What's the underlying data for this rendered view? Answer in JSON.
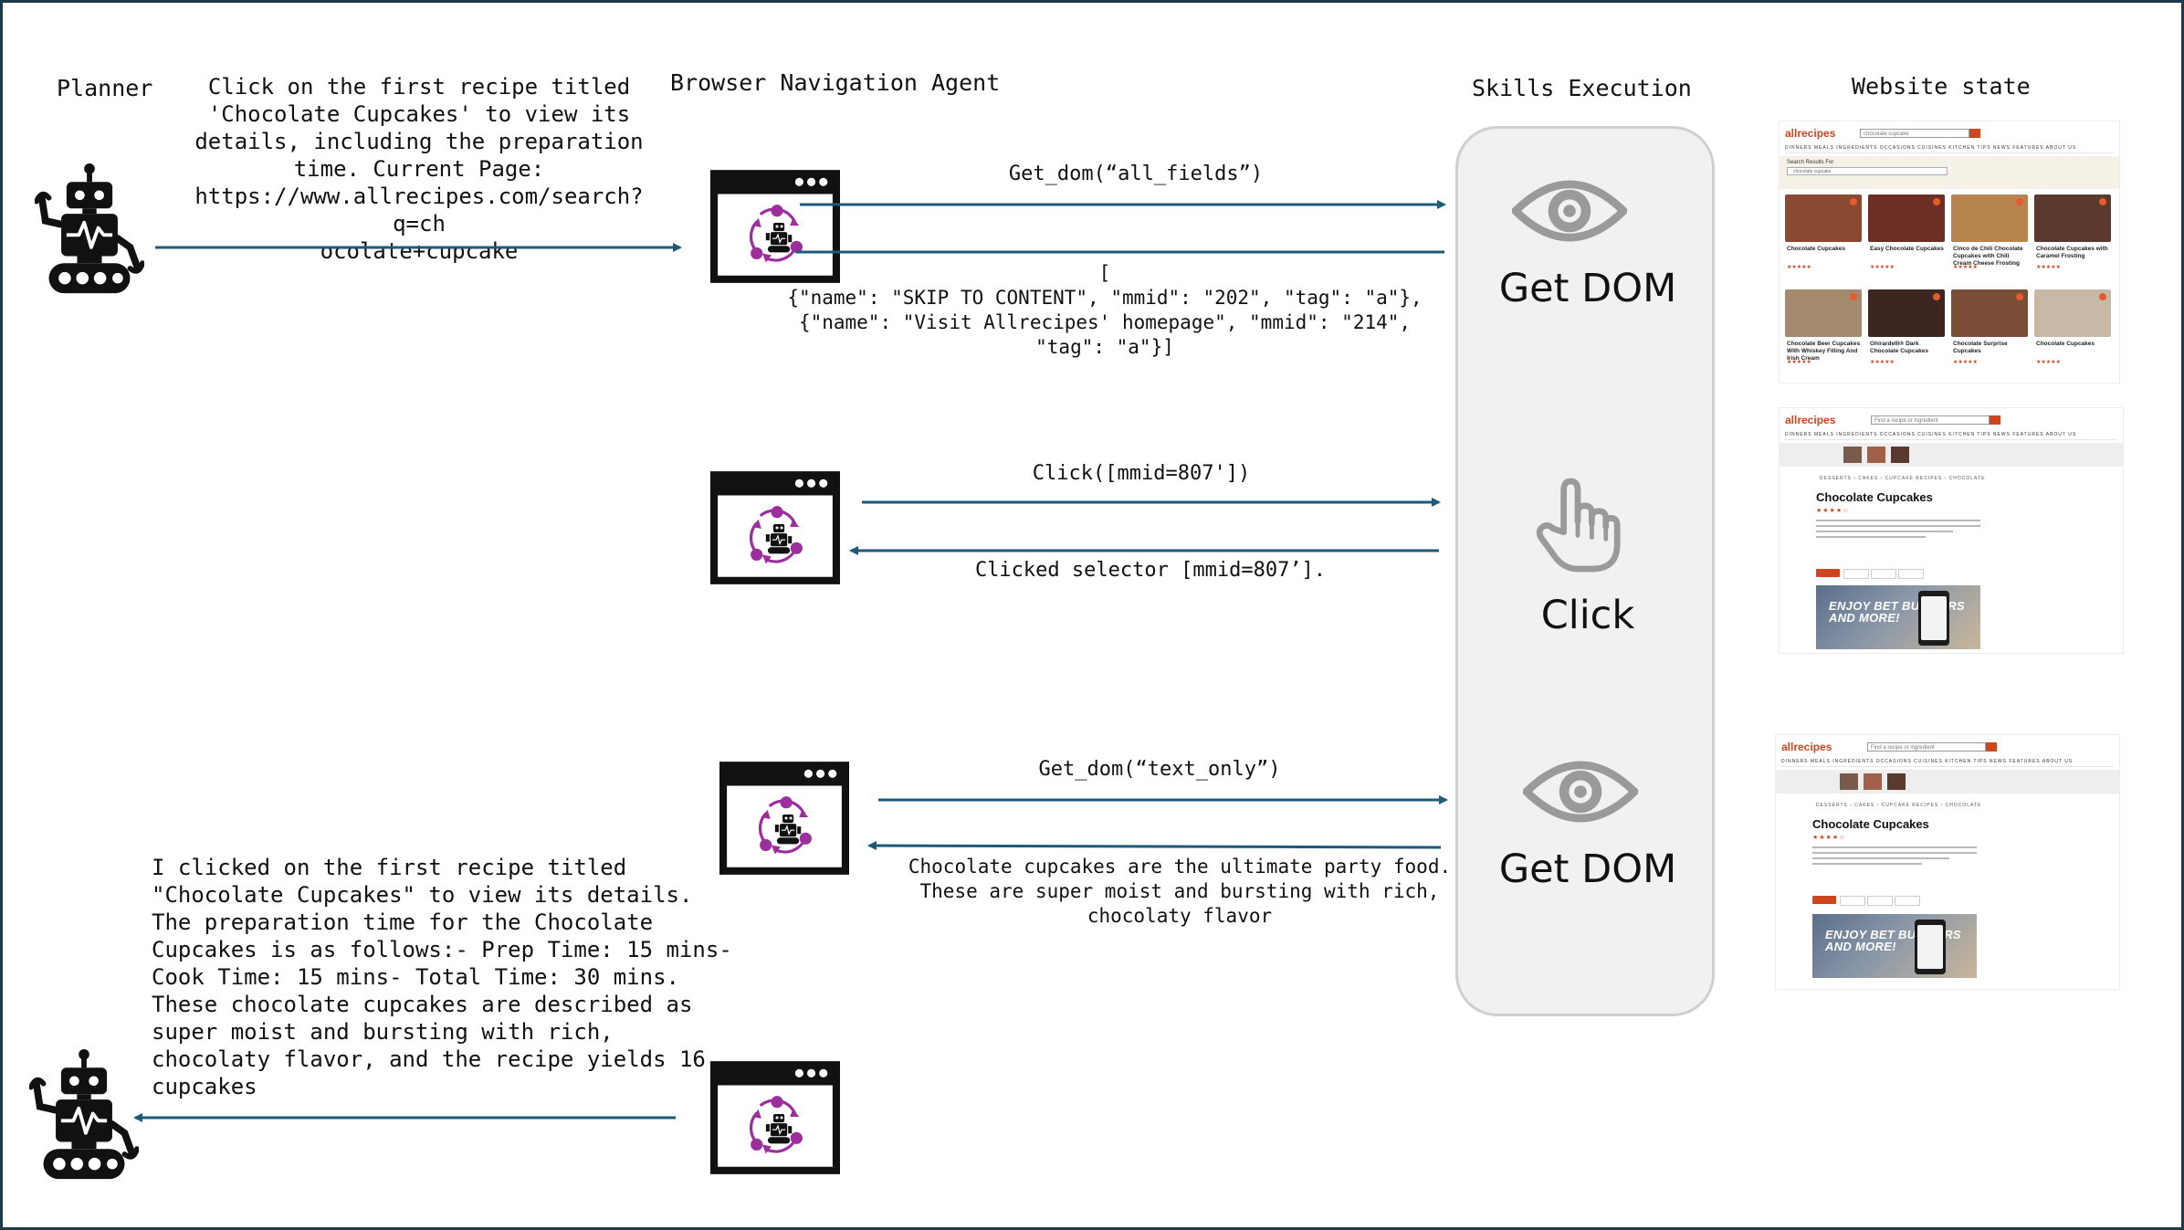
{
  "headers": {
    "planner": "Planner",
    "agent": "Browser Navigation Agent",
    "skills": "Skills Execution",
    "website": "Website state"
  },
  "planner_query": "Click on the first recipe titled\n'Chocolate Cupcakes' to view its\ndetails, including the preparation\ntime. Current Page:\nhttps://www.allrecipes.com/search?q=ch\nocolate+cupcake",
  "planner_answer": "I clicked on the first recipe titled\n\"Chocolate Cupcakes\" to view its details.\nThe preparation time for the Chocolate\nCupcakes is as follows:- Prep Time: 15 mins-\nCook Time: 15 mins- Total Time: 30 mins.\nThese chocolate cupcakes are described as\nsuper moist and bursting with rich,\nchocolaty flavor, and the recipe yields 16\ncupcakes",
  "steps": [
    {
      "call": "Get_dom(“all_fields”)",
      "response": "[\n{\"name\": \"SKIP TO CONTENT\", \"mmid\": \"202\", \"tag\": \"a\"},\n{\"name\": \"Visit Allrecipes' homepage\", \"mmid\": \"214\",\n\"tag\": \"a\"}]",
      "skill": "Get DOM"
    },
    {
      "call": "Click([mmid=807'])",
      "response": "Clicked selector [mmid=807’].",
      "skill": "Click"
    },
    {
      "call": "Get_dom(“text_only”)",
      "response": "Chocolate cupcakes are the ultimate party food.\nThese are super moist and bursting with rich,\nchocolaty flavor",
      "skill": "Get DOM"
    }
  ],
  "website_state": {
    "search_page": {
      "logo": "allrecipes",
      "search_value": "chocolate cupcake",
      "band_title": "Search Results For",
      "band_input": "chocolate cupcake",
      "nav": "DINNERS   MEALS   INGREDIENTS   OCCASIONS   CUISINES   KITCHEN TIPS   NEWS   FEATURES   ABOUT US",
      "cards": [
        {
          "title": "Chocolate Cupcakes",
          "img": "#8a4a32"
        },
        {
          "title": "Easy Chocolate Cupcakes",
          "img": "#6b2f26"
        },
        {
          "title": "Cinco de Chili Chocolate Cupcakes with Chili Cream Cheese Frosting",
          "img": "#b7844f"
        },
        {
          "title": "Chocolate Cupcakes with Caramel Frosting",
          "img": "#5a3a2e"
        },
        {
          "title": "Chocolate Beer Cupcakes With Whiskey Filling And Irish Cream",
          "img": "#a38a6e"
        },
        {
          "title": "Ghirardelli® Dark Chocolate Cupcakes",
          "img": "#3e2620"
        },
        {
          "title": "Chocolate Surprise Cupcakes",
          "img": "#7a4e36"
        },
        {
          "title": "Chocolate Cupcakes",
          "img": "#c8b9a6"
        }
      ],
      "stars": "★★★★★"
    },
    "detail_page": {
      "logo": "allrecipes",
      "search_placeholder": "Find a recipe or ingredient",
      "crumb": "DESSERTS  ›  CAKES  ›  CUPCAKE RECIPES  ›  CHOCOLATE",
      "title": "Chocolate Cupcakes",
      "stars": "★★★★☆",
      "promo": "ENJOY BET\nBUILDERS\nAND MORE!"
    }
  },
  "colors": {
    "arrow": "#1d5a7a",
    "agent_icon": "#9c2f9c",
    "panel": "#f1f1f1",
    "panel_border": "#cfcfcf",
    "skill_icon": "#9a9a9a",
    "brand": "#ce4620",
    "frame": "#1f3a4a"
  },
  "icons": {
    "planner": "robot-icon",
    "agent": "browser-agent-icon",
    "get_dom": "eye-icon",
    "click": "hand-pointer-icon"
  }
}
